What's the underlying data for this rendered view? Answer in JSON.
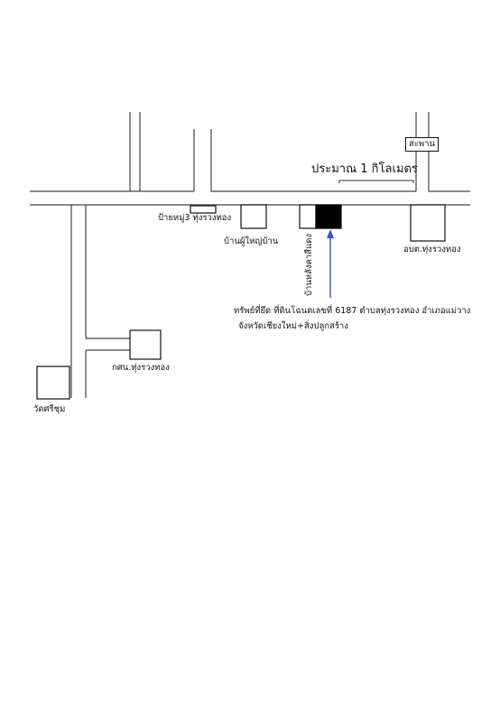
{
  "labels": {
    "bridge": "สะพาน",
    "distance": "ประมาณ 1 กิโลเมตร",
    "bus_stop": "ป้ายหมู่3 ทุ่งรวงทอง",
    "village_head_house": "บ้านผู้ใหญ่บ้าน",
    "red_roof_house": "บ้านหลังคาสีแดง",
    "subdistrict_office": "อบต.ทุ่งรวงทอง",
    "nfe_center": "กศน.ทุ่งรวงทอง",
    "temple": "วัดศรีชุม",
    "property_line1": "ทรัพย์ที่ยึด ที่ดินโฉนดเลขที่ 6187 ตำบลทุ่งรวงทอง อำเภอแม่วาง",
    "property_line2": "จังหวัดเชียงใหม่+สิ่งปลูกสร้าง"
  },
  "colors": {
    "arrow": "#2f55c8",
    "property_fill": "#000000"
  }
}
